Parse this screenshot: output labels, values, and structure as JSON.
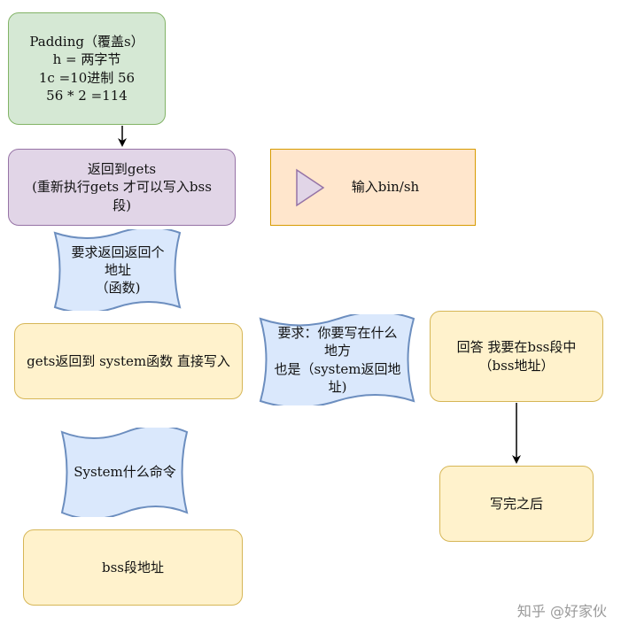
{
  "nodes": {
    "padding": "Padding（覆盖s）\nh = 两字节\n1c =10进制 56\n56 * 2 =114",
    "return_gets": "返回到gets\n(重新执行gets 才可以写入bss\n段)",
    "input_binsh": "输入bin/sh",
    "require_return": "要求返回返回个\n地址\n（函数)",
    "gets_return_system": "gets返回到 system函数 直接写入",
    "require_write": "要求：你要写在什么\n地方\n也是（system返回地\n址)",
    "answer_bss": "回答 我要在bss段中\n（bss地址）",
    "system_cmd": "System什么命令",
    "after_write": "写完之后",
    "bss_addr": "bss段地址"
  },
  "watermark": "知乎 @好家伙",
  "colors": {
    "green_fill": "#d5e8d4",
    "green_stroke": "#82b366",
    "purple_fill": "#e1d5e7",
    "purple_stroke": "#9673a6",
    "orange_fill": "#ffe6cc",
    "orange_stroke": "#d79b00",
    "yellow_fill": "#fff2cc",
    "yellow_stroke": "#d6b656",
    "blue_fill": "#dae8fc",
    "blue_stroke": "#6c8ebf"
  }
}
